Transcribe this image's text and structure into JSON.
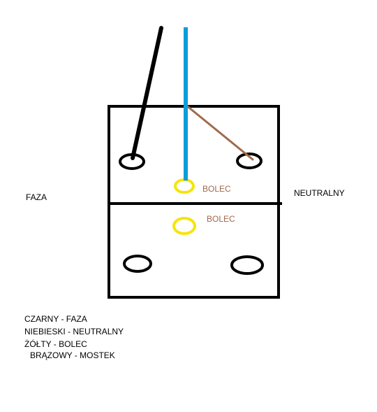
{
  "colors": {
    "background": "#ffffff",
    "outline": "#000000",
    "black_wire": "#000000",
    "blue_wire": "#0d9ddb",
    "brown_wire": "#a0694a",
    "yellow_pin": "#f5e50a",
    "bolec_text": "#a0694a"
  },
  "labels": {
    "phase": "FAZA",
    "neutral": "NEUTRALNY",
    "pin_top": "BOLEC",
    "pin_bottom": "BOLEC"
  },
  "legend": [
    {
      "text": "CZARNY - FAZA"
    },
    {
      "text": "NIEBIESKI - NEUTRALNY"
    },
    {
      "text": "ŻÓŁTY - BOLEC"
    },
    {
      "text": "BRĄZOWY - MOSTEK"
    }
  ]
}
